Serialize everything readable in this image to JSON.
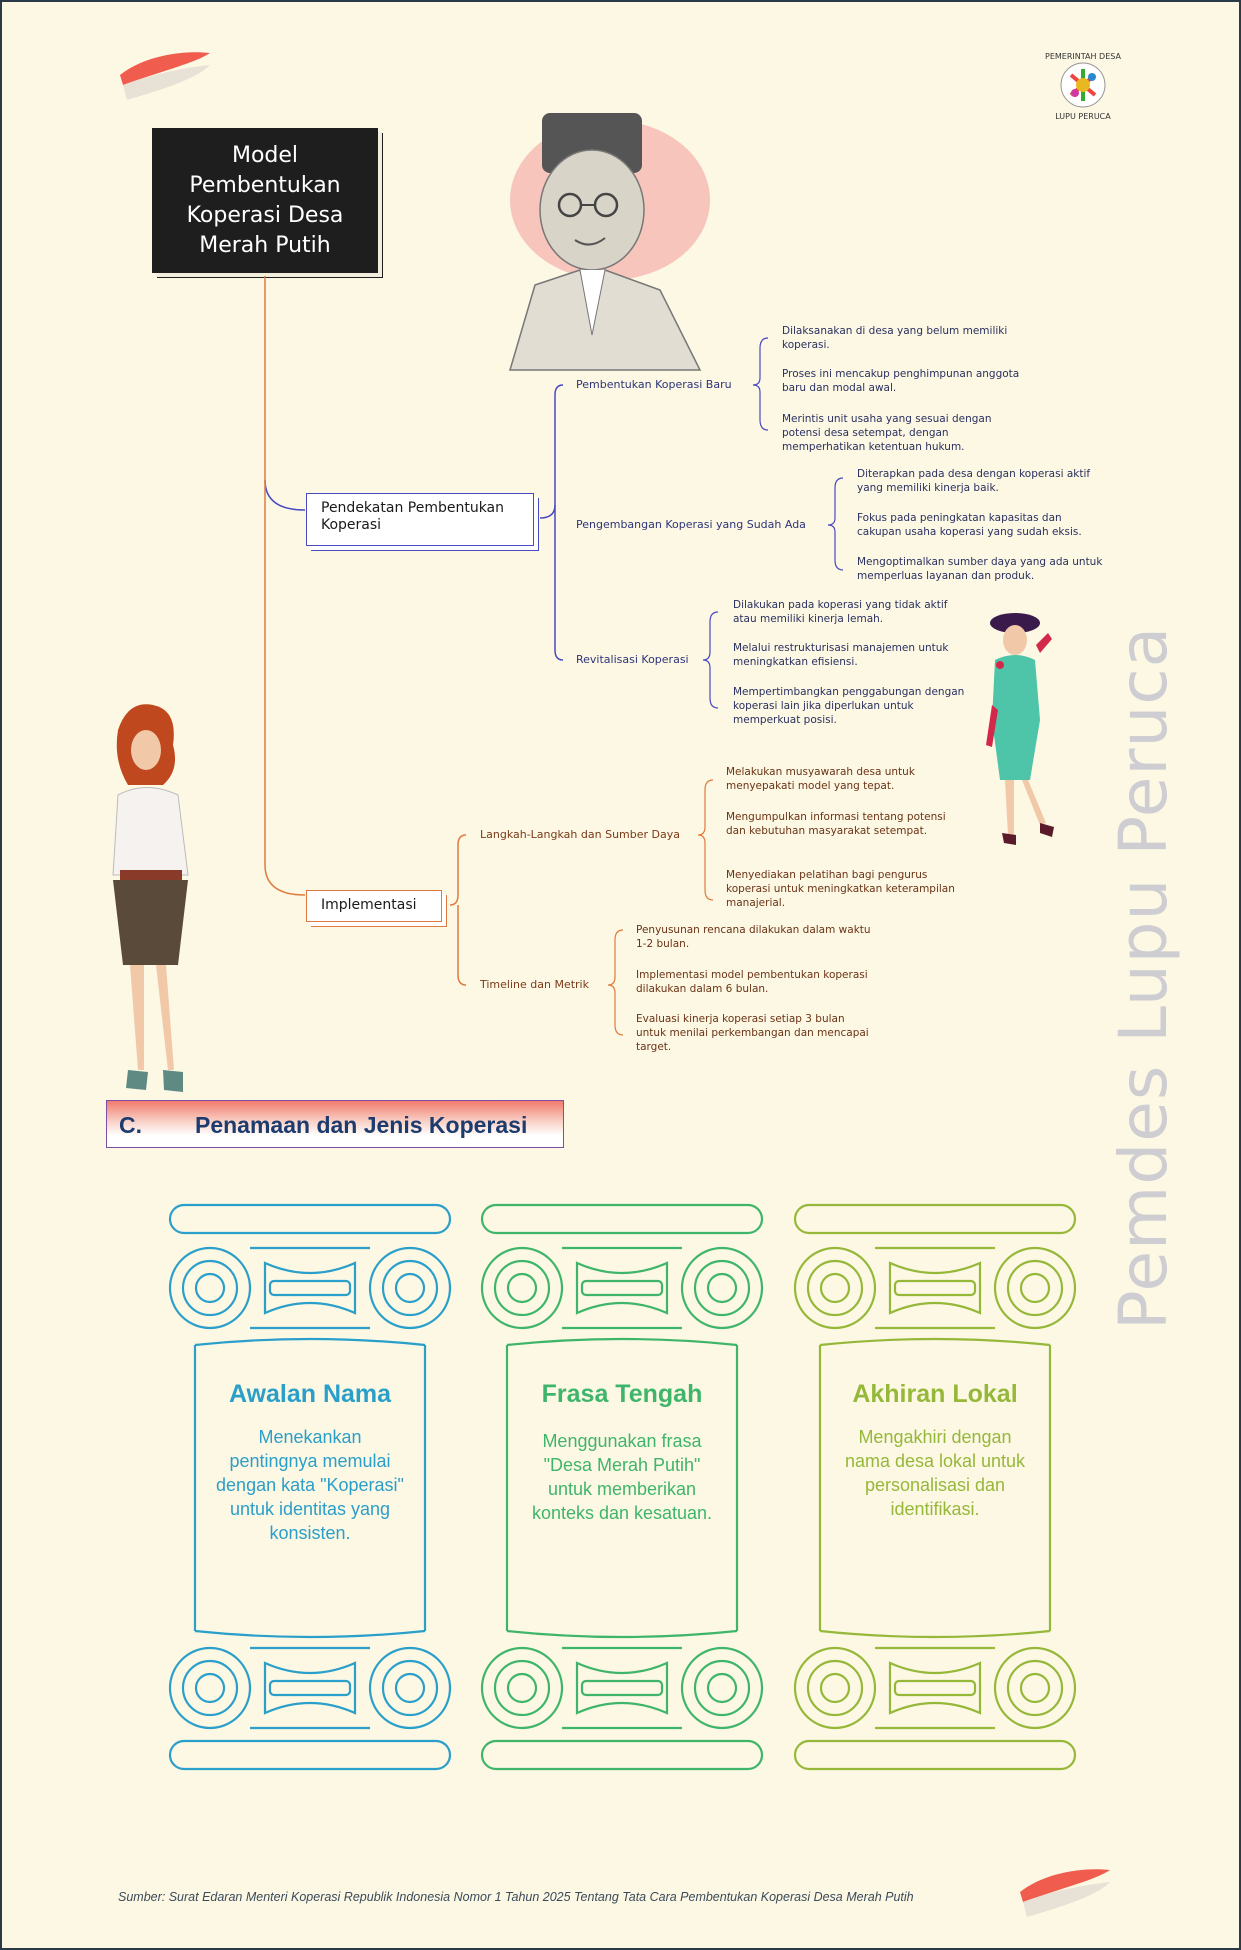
{
  "title": "Model\nPembentukan\nKoperasi Desa\nMerah Putih",
  "logo_text": "PEMERINTAH DESA LUPU PERUCA",
  "colors": {
    "blue_line": "#4a49c4",
    "orange_line": "#e07a3e",
    "title_bg": "#1f1e1e",
    "awalan": "#2a9fc9",
    "frasa": "#3fb56b",
    "akhiran": "#96b83a",
    "accent_red": "#ee4a3c"
  },
  "mindmap": {
    "approach": {
      "label": "Pendekatan Pembentukan Koperasi",
      "branches": [
        {
          "label": "Pembentukan Koperasi Baru",
          "items": [
            "Dilaksanakan di desa yang belum memiliki koperasi.",
            "Proses ini mencakup penghimpunan anggota baru dan modal awal.",
            "Merintis unit usaha yang sesuai dengan potensi desa setempat, dengan memperhatikan ketentuan hukum."
          ]
        },
        {
          "label": "Pengembangan Koperasi yang Sudah Ada",
          "items": [
            "Diterapkan pada desa dengan koperasi aktif yang memiliki kinerja baik.",
            "Fokus pada peningkatan kapasitas dan cakupan usaha koperasi yang sudah eksis.",
            "Mengoptimalkan sumber daya yang ada untuk memperluas layanan dan produk."
          ]
        },
        {
          "label": "Revitalisasi Koperasi",
          "items": [
            "Dilakukan pada koperasi yang tidak aktif atau memiliki kinerja lemah.",
            "Melalui restrukturisasi manajemen untuk meningkatkan efisiensi.",
            "Mempertimbangkan penggabungan dengan koperasi lain jika diperlukan untuk memperkuat posisi."
          ]
        }
      ]
    },
    "implementation": {
      "label": "Implementasi",
      "branches": [
        {
          "label": "Langkah-Langkah dan Sumber Daya",
          "items": [
            "Melakukan musyawarah desa untuk menyepakati model yang tepat.",
            "Mengumpulkan informasi tentang potensi dan kebutuhan masyarakat setempat.",
            "Menyediakan pelatihan bagi pengurus koperasi untuk meningkatkan keterampilan manajerial."
          ]
        },
        {
          "label": "Timeline dan Metrik",
          "items": [
            "Penyusunan rencana dilakukan dalam waktu 1-2 bulan.",
            "Implementasi model pembentukan koperasi dilakukan dalam 6 bulan.",
            "Evaluasi kinerja koperasi setiap 3 bulan untuk menilai perkembangan dan mencapai target."
          ]
        }
      ]
    }
  },
  "section_c": {
    "number": "C.",
    "title": "Penamaan dan Jenis Koperasi"
  },
  "columns": [
    {
      "title": "Awalan Nama",
      "desc": "Menekankan pentingnya memulai dengan kata \"Koperasi\" untuk identitas yang konsisten.",
      "color": "#2a9fc9"
    },
    {
      "title": "Frasa Tengah",
      "desc": "Menggunakan frasa \"Desa Merah Putih\" untuk memberikan konteks dan kesatuan.",
      "color": "#3fb56b"
    },
    {
      "title": "Akhiran Lokal",
      "desc": "Mengakhiri dengan nama desa lokal untuk personalisasi dan identifikasi.",
      "color": "#96b83a"
    }
  ],
  "watermark": "Pemdes Lupu Peruca",
  "footer": "Sumber: Surat Edaran Menteri Koperasi Republik Indonesia Nomor 1 Tahun 2025 Tentang Tata Cara Pembentukan Koperasi Desa Merah Putih"
}
